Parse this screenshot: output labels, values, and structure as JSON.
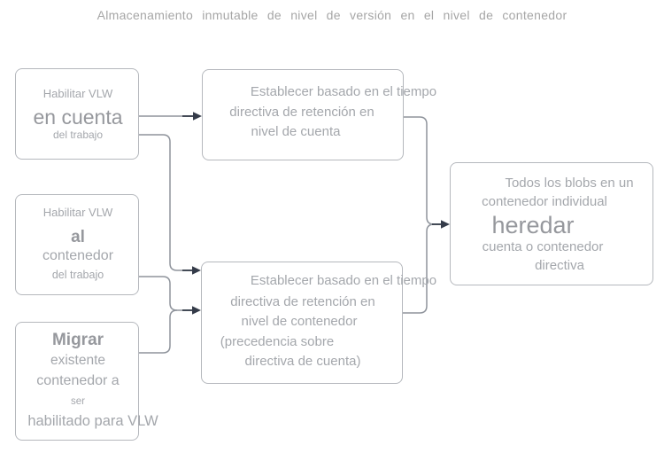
{
  "title": "Almacenamiento  inmutable  de  nivel  de  versión  en  el  nivel  de  contenedor",
  "colors": {
    "background": "#ffffff",
    "box_border": "#b5b8bd",
    "text": "#a4a7ac",
    "emphasis_text": "#96989d",
    "connector_line": "#8f949c",
    "arrowhead": "#343b49",
    "title_text": "#a6a6a6"
  },
  "boxes": {
    "enable_vlw_account": [
      "Habilitar VLW",
      "en cuenta",
      "del trabajo"
    ],
    "enable_vlw_container": [
      "Habilitar VLW",
      "al",
      "contenedor",
      "del trabajo"
    ],
    "migrate_existing": [
      "Migrar",
      "existente",
      "contenedor a",
      "ser",
      "habilitado para VLW"
    ],
    "set_account_policy": [
      "Establecer basado en el tiempo",
      "directiva de retención en",
      "nivel de cuenta"
    ],
    "set_container_policy": [
      "Establecer basado en el tiempo",
      "directiva de retención en",
      "nivel de contenedor",
      "(precedencia sobre",
      "directiva de cuenta)"
    ],
    "blobs_inherit": [
      "Todos los blobs en un",
      "contenedor individual",
      "heredar",
      "cuenta o contenedor",
      "directiva"
    ]
  }
}
